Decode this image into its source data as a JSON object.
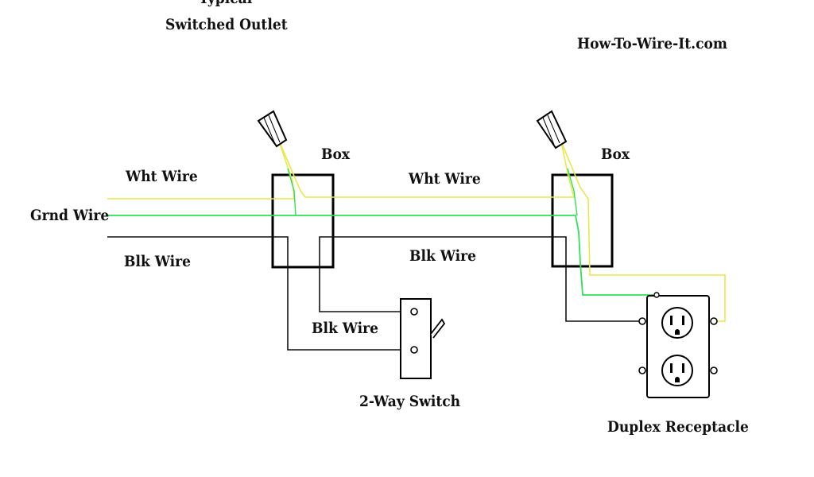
{
  "title": {
    "line1": "Typical",
    "line2": "Switched Outlet"
  },
  "site": "How-To-Wire-It.com",
  "labels": {
    "wht_wire_left": "Wht Wire",
    "grnd_wire": "Grnd Wire",
    "blk_wire_left": "Blk Wire",
    "box_left": "Box",
    "wht_wire_mid": "Wht Wire",
    "blk_wire_mid": "Blk Wire",
    "box_right": "Box",
    "blk_wire_switch": "Blk Wire",
    "switch": "2-Way Switch",
    "receptacle": "Duplex Receptacle"
  },
  "colors": {
    "white_wire": "#e8e84a",
    "ground_wire": "#2ee05a",
    "black_wire": "#111111",
    "box": "#000000"
  }
}
